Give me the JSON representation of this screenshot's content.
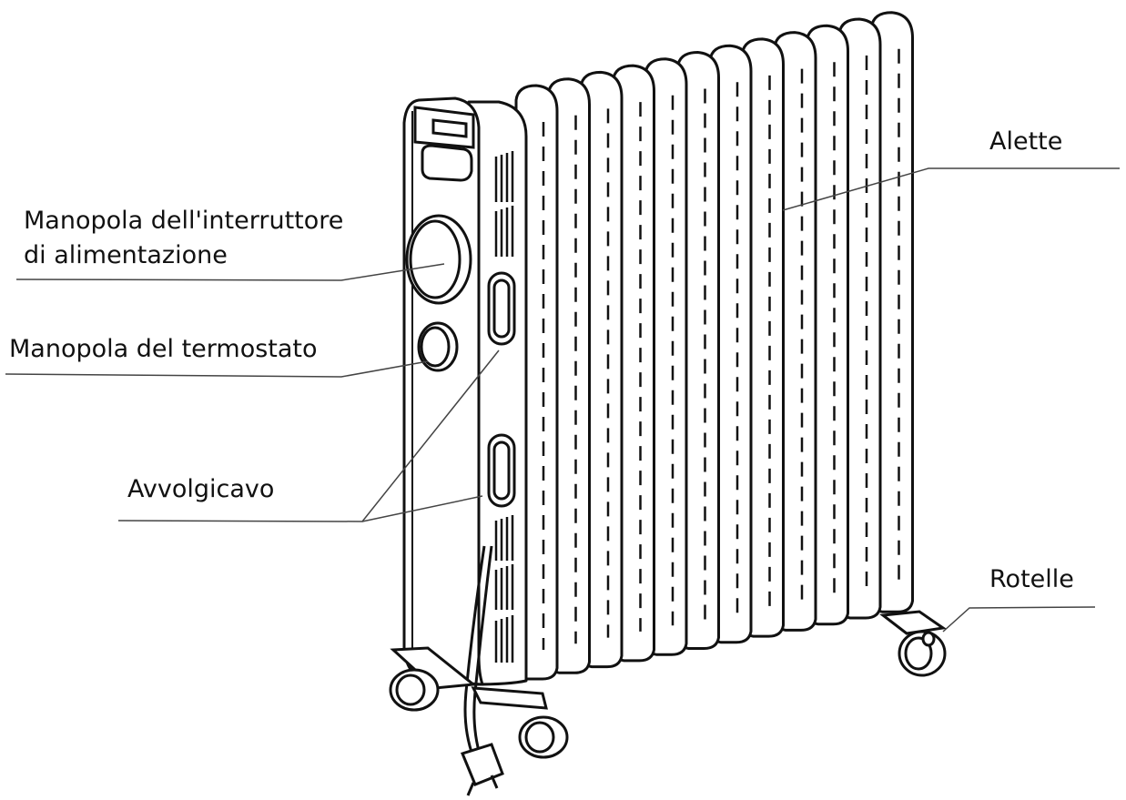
{
  "labels": {
    "power_knob_line1": "Manopola dell'interruttore",
    "power_knob_line2": "di alimentazione",
    "thermostat_knob": "Manopola del termostato",
    "cord_winder": "Avvolgicavo",
    "fins": "Alette",
    "wheels": "Rotelle"
  },
  "colors": {
    "line": "#111111",
    "fill": "#ffffff"
  }
}
